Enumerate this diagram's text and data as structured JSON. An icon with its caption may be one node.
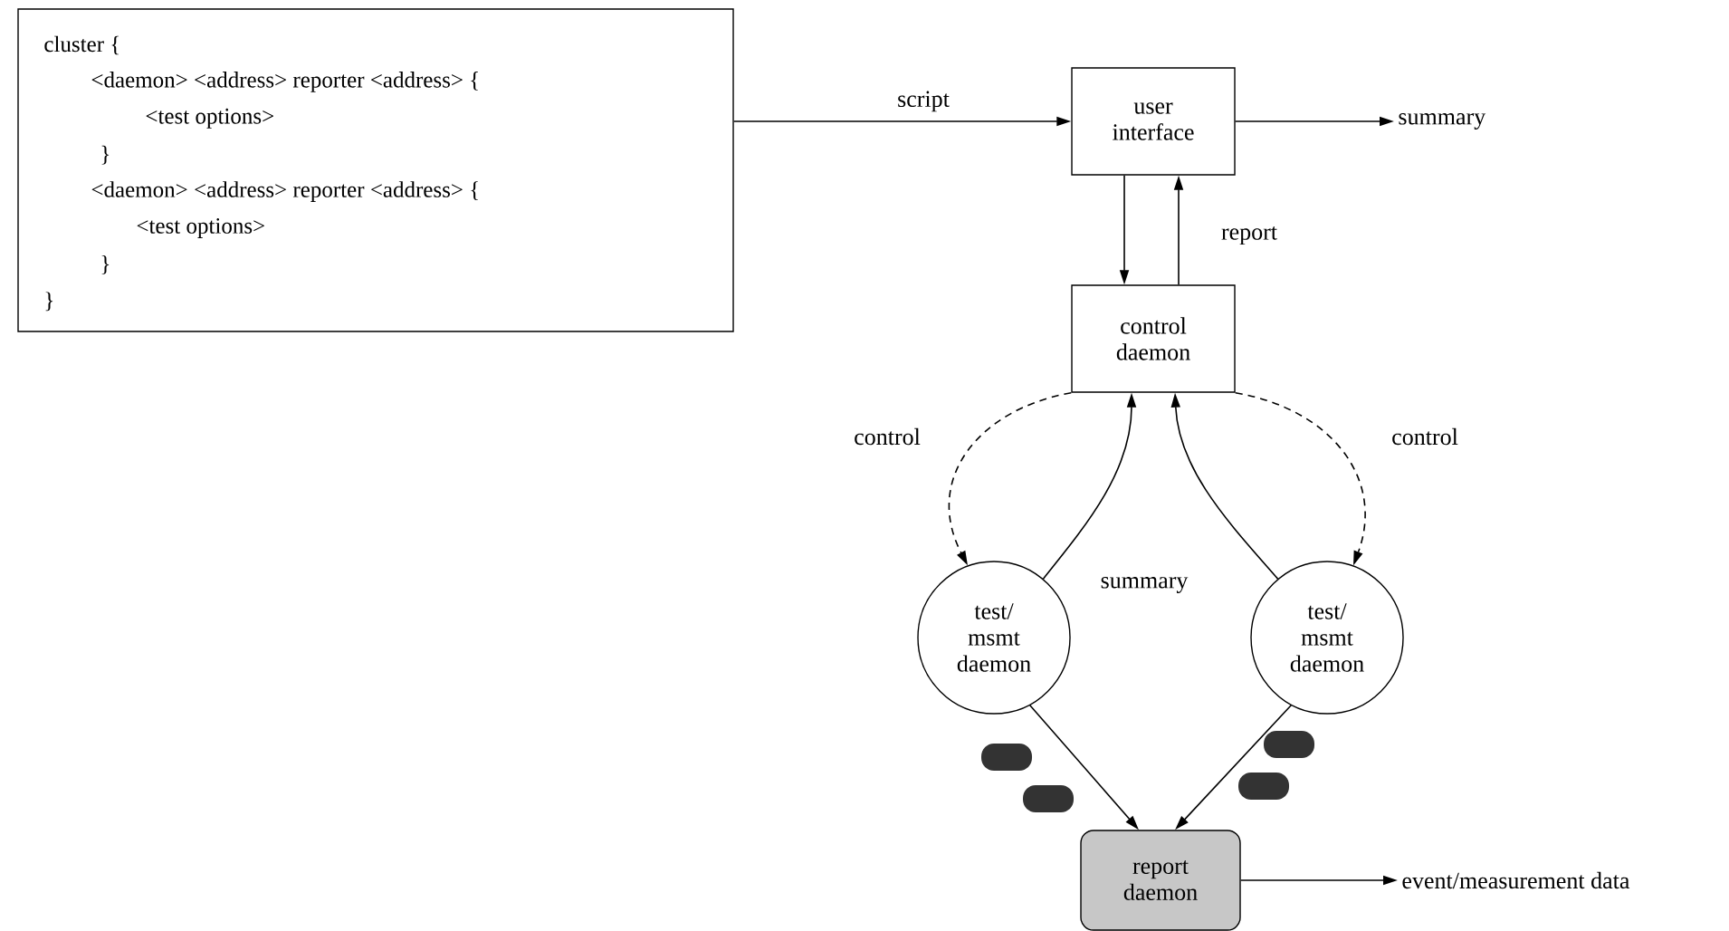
{
  "diagram": {
    "nodes": [
      {
        "text": [
          "cluster {",
          "<daemon> <address> reporter <address> {",
          "<test options>",
          "}",
          "<daemon> <address> reporter <address> {",
          "<test options>",
          "}",
          "}"
        ]
      },
      {
        "text": [
          "user interface"
        ]
      },
      {
        "text": [
          "control daemon"
        ]
      },
      {
        "text": [
          "test/ msmt daemon"
        ]
      },
      {
        "text": [
          "test/ msmt daemon"
        ]
      },
      {
        "text": [
          "report daemon"
        ]
      },
      {
        "text": [
          "summary"
        ]
      },
      {
        "text": [
          "event/measurement data"
        ]
      }
    ],
    "edges": [
      {
        "from": 0,
        "to": 1,
        "arrow": "to",
        "label": "script"
      },
      {
        "from": 1,
        "to": 6,
        "arrow": "to"
      },
      {
        "from": 1,
        "to": 2,
        "arrow": "to"
      },
      {
        "from": 2,
        "to": 1,
        "arrow": "to",
        "label": "report"
      },
      {
        "from": 2,
        "to": 3,
        "arrow": "to",
        "style": "dashed",
        "label": "control"
      },
      {
        "from": 2,
        "to": 4,
        "arrow": "to",
        "style": "dashed",
        "label": "control"
      },
      {
        "from": 3,
        "to": 2,
        "arrow": "to",
        "label": "summary"
      },
      {
        "from": 4,
        "to": 2,
        "arrow": "to"
      },
      {
        "from": 3,
        "to": 5,
        "arrow": "to"
      },
      {
        "from": 4,
        "to": 5,
        "arrow": "to"
      },
      {
        "from": 5,
        "to": 7,
        "arrow": "to"
      }
    ]
  }
}
